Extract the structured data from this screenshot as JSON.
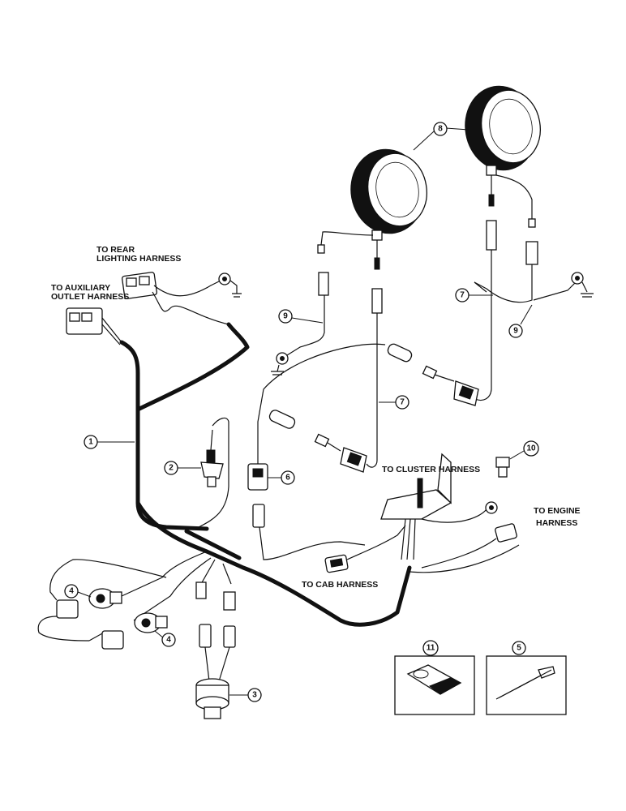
{
  "labels": {
    "rear_lighting": [
      "TO REAR",
      "LIGHTING HARNESS"
    ],
    "auxiliary_outlet": [
      "TO AUXILIARY",
      "OUTLET HARNESS"
    ],
    "cluster": "TO CLUSTER HARNESS",
    "engine": [
      "TO ENGINE",
      "HARNESS"
    ],
    "cab": "TO CAB HARNESS"
  },
  "callouts": {
    "c1": "1",
    "c2": "2",
    "c3": "3",
    "c4a": "4",
    "c4b": "4",
    "c5": "5",
    "c6": "6",
    "c7a": "7",
    "c7b": "7",
    "c8": "8",
    "c9a": "9",
    "c9b": "9",
    "c10": "10",
    "c11": "11"
  },
  "colors": {
    "ink": "#111111",
    "paper": "#ffffff"
  }
}
